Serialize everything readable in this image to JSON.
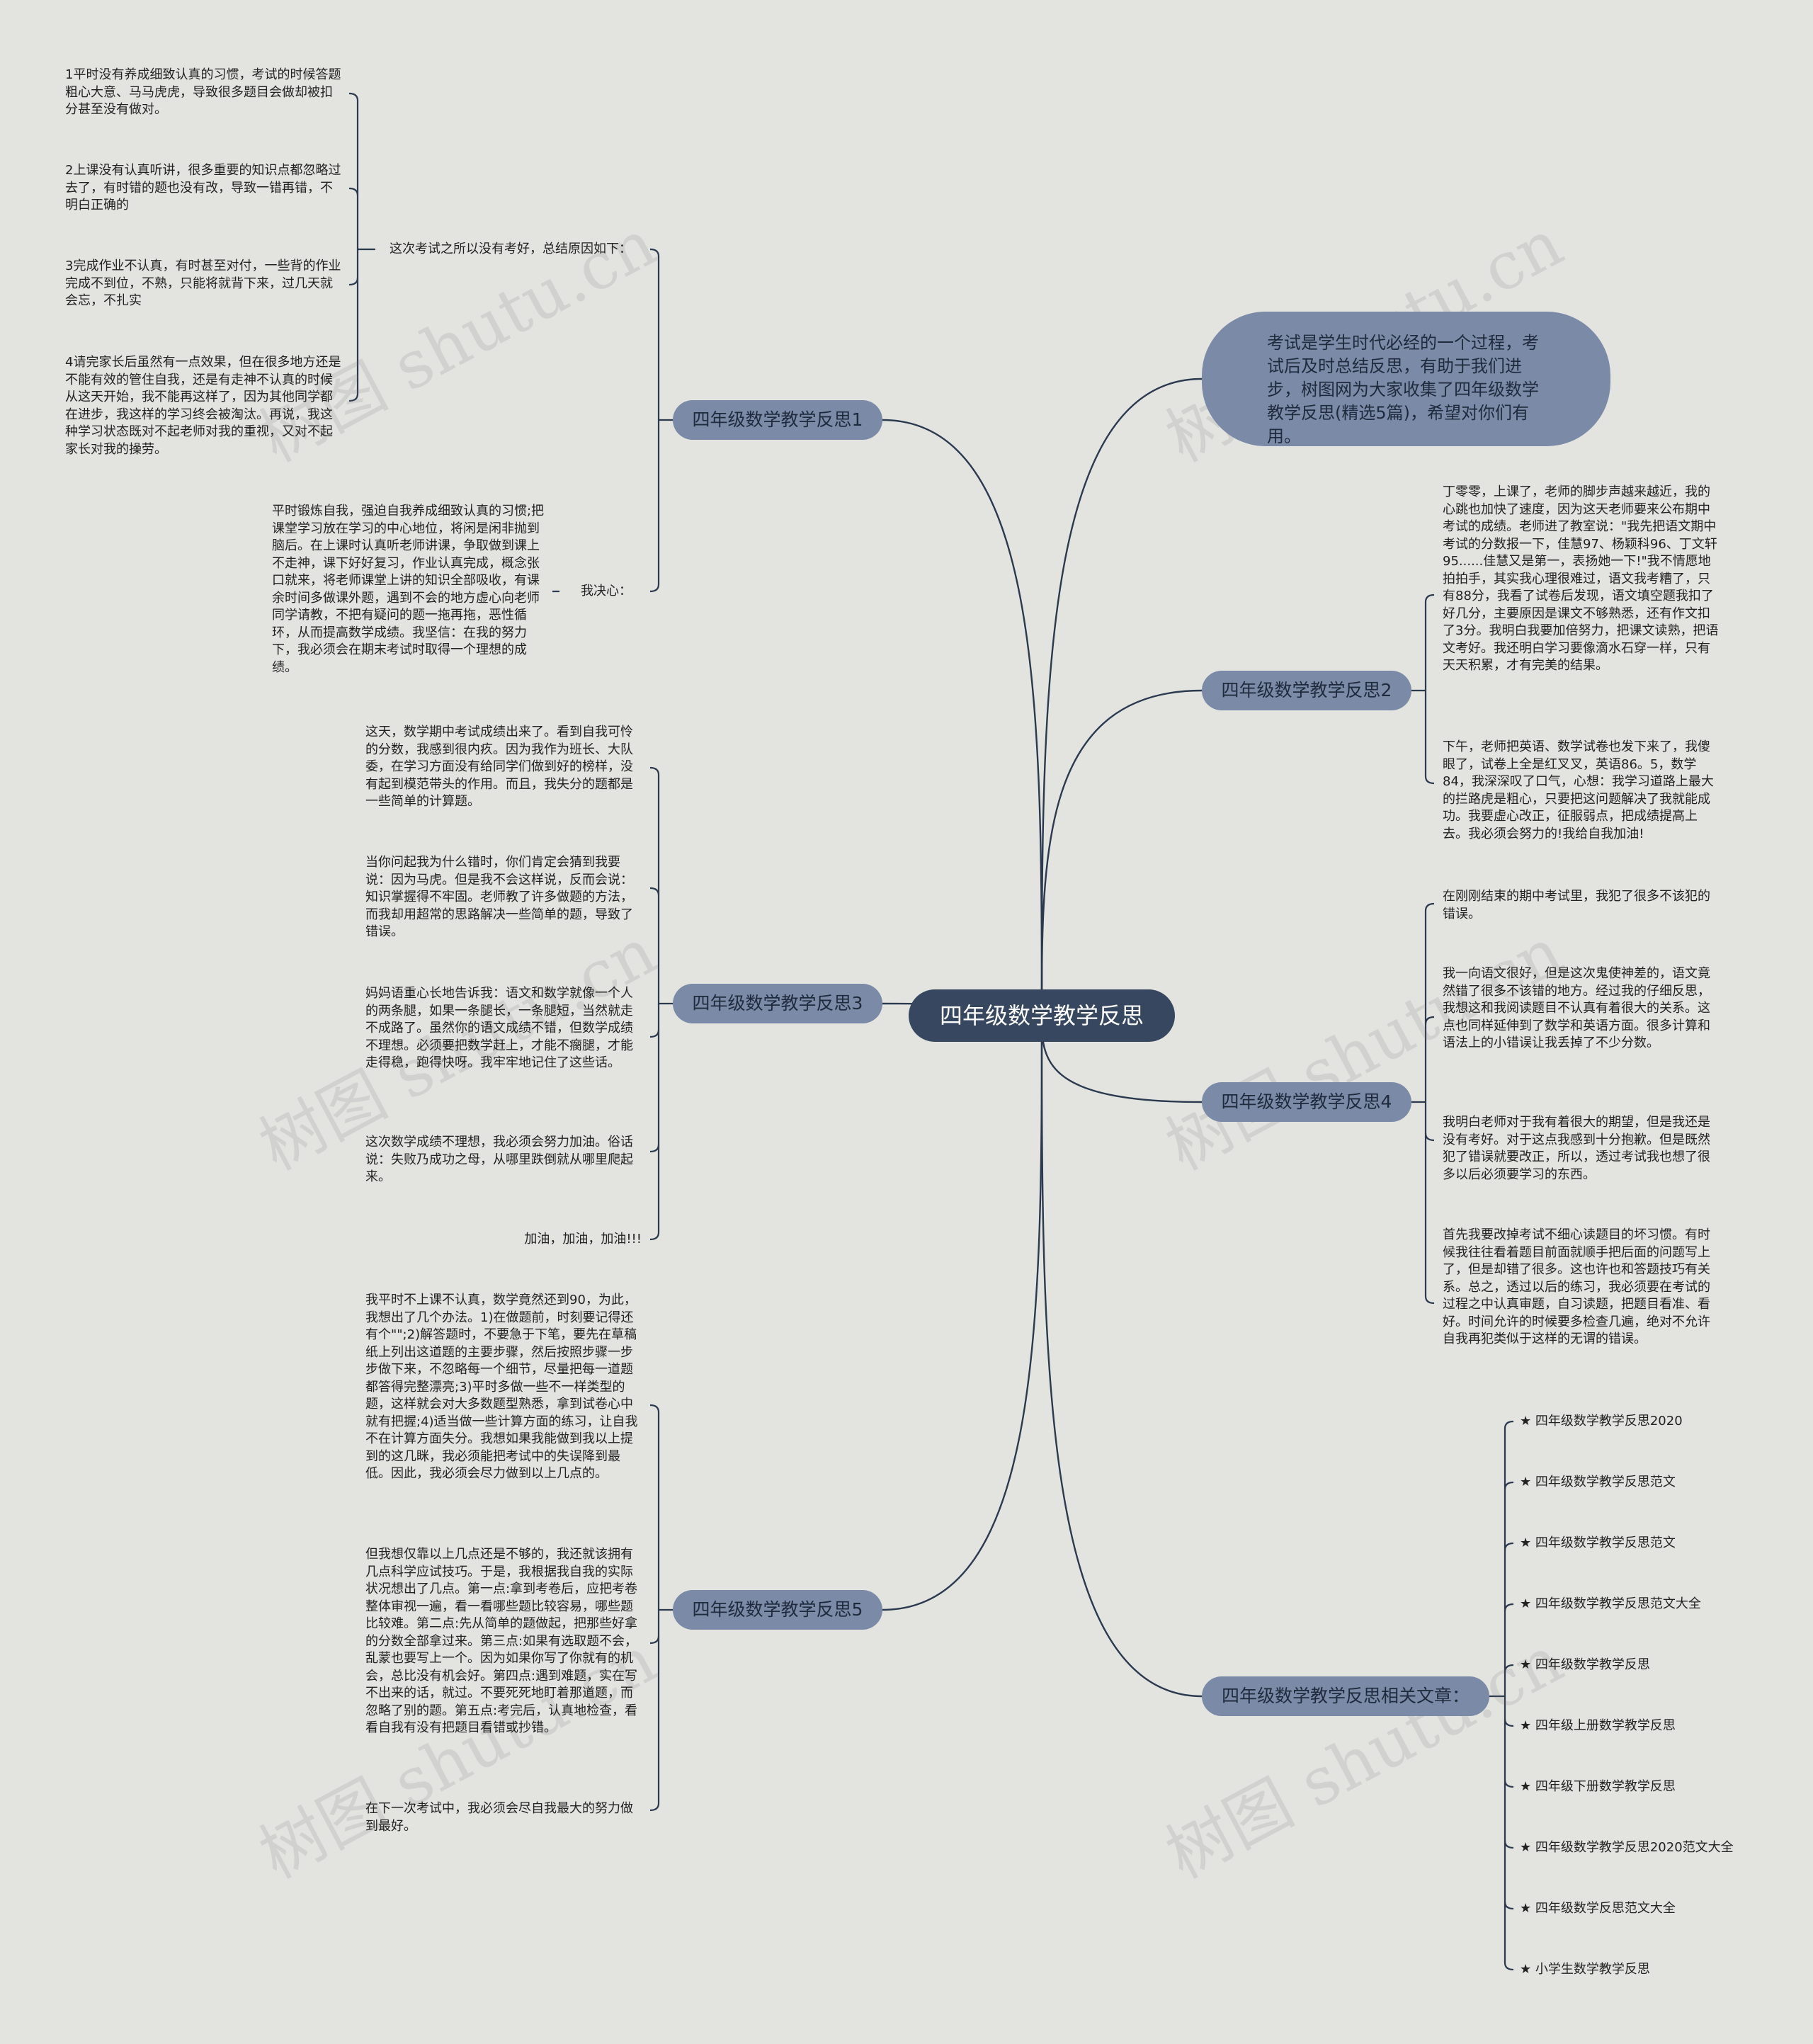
{
  "center": "四年级数学教学反思",
  "intro": "考试是学生时代必经的一个过程，考试后及时总结反思，有助于我们进步，树图网为大家收集了四年级数学教学反思(精选5篇)，希望对你们有用。",
  "watermark": "树图 shutu.cn",
  "branches": {
    "b1": {
      "label": "四年级数学教学反思1",
      "sub1": "这次考试之所以没有考好，总结原因如下：",
      "sub1_items": [
        "1平时没有养成细致认真的习惯，考试的时候答题粗心大意、马马虎虎，导致很多题目会做却被扣分甚至没有做对。",
        "2上课没有认真听讲，很多重要的知识点都忽略过去了，有时错的题也没有改，导致一错再错，不明白正确的",
        "3完成作业不认真，有时甚至对付，一些背的作业完成不到位，不熟，只能将就背下来，过几天就会忘，不扎实",
        "4请完家长后虽然有一点效果，但在很多地方还是不能有效的管住自我，还是有走神不认真的时候从这天开始，我不能再这样了，因为其他同学都在进步，我这样的学习终会被淘汰。再说，我这种学习状态既对不起老师对我的重视，又对不起家长对我的操劳。"
      ],
      "sub2": "我决心：",
      "sub2_text": "平时锻炼自我，强迫自我养成细致认真的习惯;把课堂学习放在学习的中心地位，将闲是闲非抛到脑后。在上课时认真听老师讲课，争取做到课上不走神，课下好好复习，作业认真完成，概念张口就来，将老师课堂上讲的知识全部吸收，有课余时间多做课外题，遇到不会的地方虚心向老师同学请教，不把有疑问的题一拖再拖，恶性循环，从而提高数学成绩。我坚信：在我的努力下，我必须会在期末考试时取得一个理想的成绩。"
    },
    "b2": {
      "label": "四年级数学教学反思2",
      "items": [
        "丁零零，上课了，老师的脚步声越来越近，我的心跳也加快了速度，因为这天老师要来公布期中考试的成绩。老师进了教室说：\"我先把语文期中考试的分数报一下，佳慧97、杨颖科96、丁文轩95......佳慧又是第一，表扬她一下!\"我不情愿地拍拍手，其实我心理很难过，语文我考糟了，只有88分，我看了试卷后发现，语文填空题我扣了好几分，主要原因是课文不够熟悉，还有作文扣了3分。我明白我要加倍努力，把课文读熟，把语文考好。我还明白学习要像滴水石穿一样，只有天天积累，才有完美的结果。",
        "下午，老师把英语、数学试卷也发下来了，我傻眼了，试卷上全是红叉叉，英语86。5，数学84，我深深叹了口气，心想：我学习道路上最大的拦路虎是粗心，只要把这问题解决了我就能成功。我要虚心改正，征服弱点，把成绩提高上去。我必须会努力的!我给自我加油!"
      ]
    },
    "b3": {
      "label": "四年级数学教学反思3",
      "items": [
        "这天，数学期中考试成绩出来了。看到自我可怜的分数，我感到很内疚。因为我作为班长、大队委，在学习方面没有给同学们做到好的榜样，没有起到模范带头的作用。而且，我失分的题都是一些简单的计算题。",
        "当你问起我为什么错时，你们肯定会猜到我要说：因为马虎。但是我不会这样说，反而会说：知识掌握得不牢固。老师教了许多做题的方法，而我却用超常的思路解决一些简单的题，导致了错误。",
        "妈妈语重心长地告诉我：语文和数学就像一个人的两条腿，如果一条腿长，一条腿短，当然就走不成路了。虽然你的语文成绩不错，但数学成绩不理想。必须要把数学赶上，才能不瘸腿，才能走得稳，跑得快呀。我牢牢地记住了这些话。",
        "这次数学成绩不理想，我必须会努力加油。俗话说：失败乃成功之母，从哪里跌倒就从哪里爬起来。",
        "加油，加油，加油!!!"
      ]
    },
    "b4": {
      "label": "四年级数学教学反思4",
      "items": [
        "在刚刚结束的期中考试里，我犯了很多不该犯的错误。",
        "我一向语文很好，但是这次鬼使神差的，语文竟然错了很多不该错的地方。经过我的仔细反思，我想这和我阅读题目不认真有着很大的关系。这点也同样延伸到了数学和英语方面。很多计算和语法上的小错误让我丢掉了不少分数。",
        "我明白老师对于我有着很大的期望，但是我还是没有考好。对于这点我感到十分抱歉。但是既然犯了错误就要改正，所以，透过考试我也想了很多以后必须要学习的东西。",
        "首先我要改掉考试不细心读题目的坏习惯。有时候我往往看着题目前面就顺手把后面的问题写上了，但是却错了很多。这也许也和答题技巧有关系。总之，透过以后的练习，我必须要在考试的过程之中认真审题，自习读题，把题目看准、看好。时间允许的时候要多检查几遍，绝对不允许自我再犯类似于这样的无谓的错误。"
      ]
    },
    "b5": {
      "label": "四年级数学教学反思5",
      "items": [
        "我平时不上课不认真，数学竟然还到90，为此，我想出了几个办法。1)在做题前，时刻要记得还有个\"\";2)解答题时，不要急于下笔，要先在草稿纸上列出这道题的主要步骤，然后按照步骤一步步做下来，不忽略每一个细节，尽量把每一道题都答得完整漂亮;3)平时多做一些不一样类型的题，这样就会对大多数题型熟悉，拿到试卷心中就有把握;4)适当做一些计算方面的练习，让自我不在计算方面失分。我想如果我能做到我以上提到的这几眯，我必须能把考试中的失误降到最低。因此，我必须会尽力做到以上几点的。",
        "但我想仅靠以上几点还是不够的，我还就该拥有几点科学应试技巧。于是，我根据我自我的实际状况想出了几点。第一点:拿到考卷后，应把考卷整体审视一遍，看一看哪些题比较容易，哪些题比较难。第二点:先从简单的题做起，把那些好拿的分数全部拿过来。第三点:如果有选取题不会，乱蒙也要写上一个。因为如果你写了你就有的机会，总比没有机会好。第四点:遇到难题，实在写不出来的话，就过。不要死死地盯着那道题，而忽略了别的题。第五点:考完后，认真地检查，看看自我有没有把题目看错或抄错。",
        "在下一次考试中，我必须会尽自我最大的努力做到最好。"
      ]
    },
    "b6": {
      "label": "四年级数学教学反思相关文章：",
      "items": [
        "★ 四年级数学教学反思2020",
        "★ 四年级数学教学反思范文",
        "★ 四年级数学教学反思范文",
        "★ 四年级数学教学反思范文大全",
        "★ 四年级数学教学反思",
        "★ 四年级上册数学教学反思",
        "★ 四年级下册数学教学反思",
        "★ 四年级数学教学反思2020范文大全",
        "★ 四年级数学反思范文大全",
        "★ 小学生数学教学反思"
      ]
    }
  },
  "colors": {
    "background": "#e3e4e0",
    "node": "#7a8aa7",
    "center": "#36475f",
    "line": "#2c3a4f"
  }
}
